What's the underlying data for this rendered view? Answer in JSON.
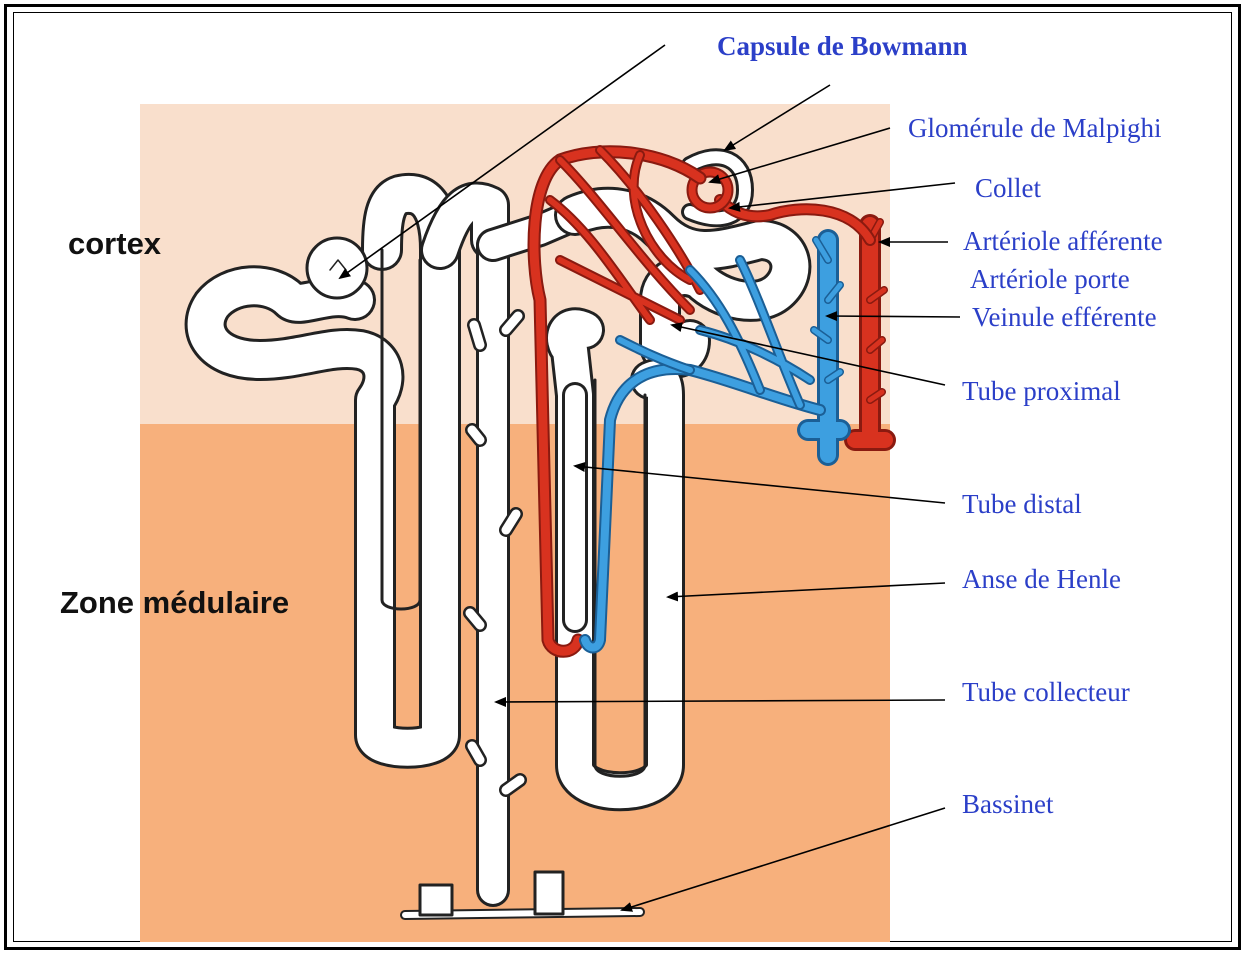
{
  "colors": {
    "cortex": "#f9dfcc",
    "medulla": "#f7b07c",
    "artery": "#d8321f",
    "vein": "#3d9fe0",
    "tubule": "#ffffff",
    "outline": "#222222",
    "label": "#2b3fc8"
  },
  "zones": {
    "cortex": "cortex",
    "medulla": "Zone médulaire"
  },
  "labels": {
    "bowman_capsule": "Capsule de Bowmann",
    "glomerulus": "Glomérule de Malpighi",
    "neck": "Collet",
    "afferent_arteriole": "Artériole afférente",
    "portal_arteriole": "Artériole porte",
    "efferent_venule": "Veinule efférente",
    "proximal_tube": "Tube proximal",
    "distal_tube": "Tube distal",
    "henle_loop": "Anse de Henle",
    "collecting_tube": "Tube collecteur",
    "pelvis": "Bassinet"
  }
}
